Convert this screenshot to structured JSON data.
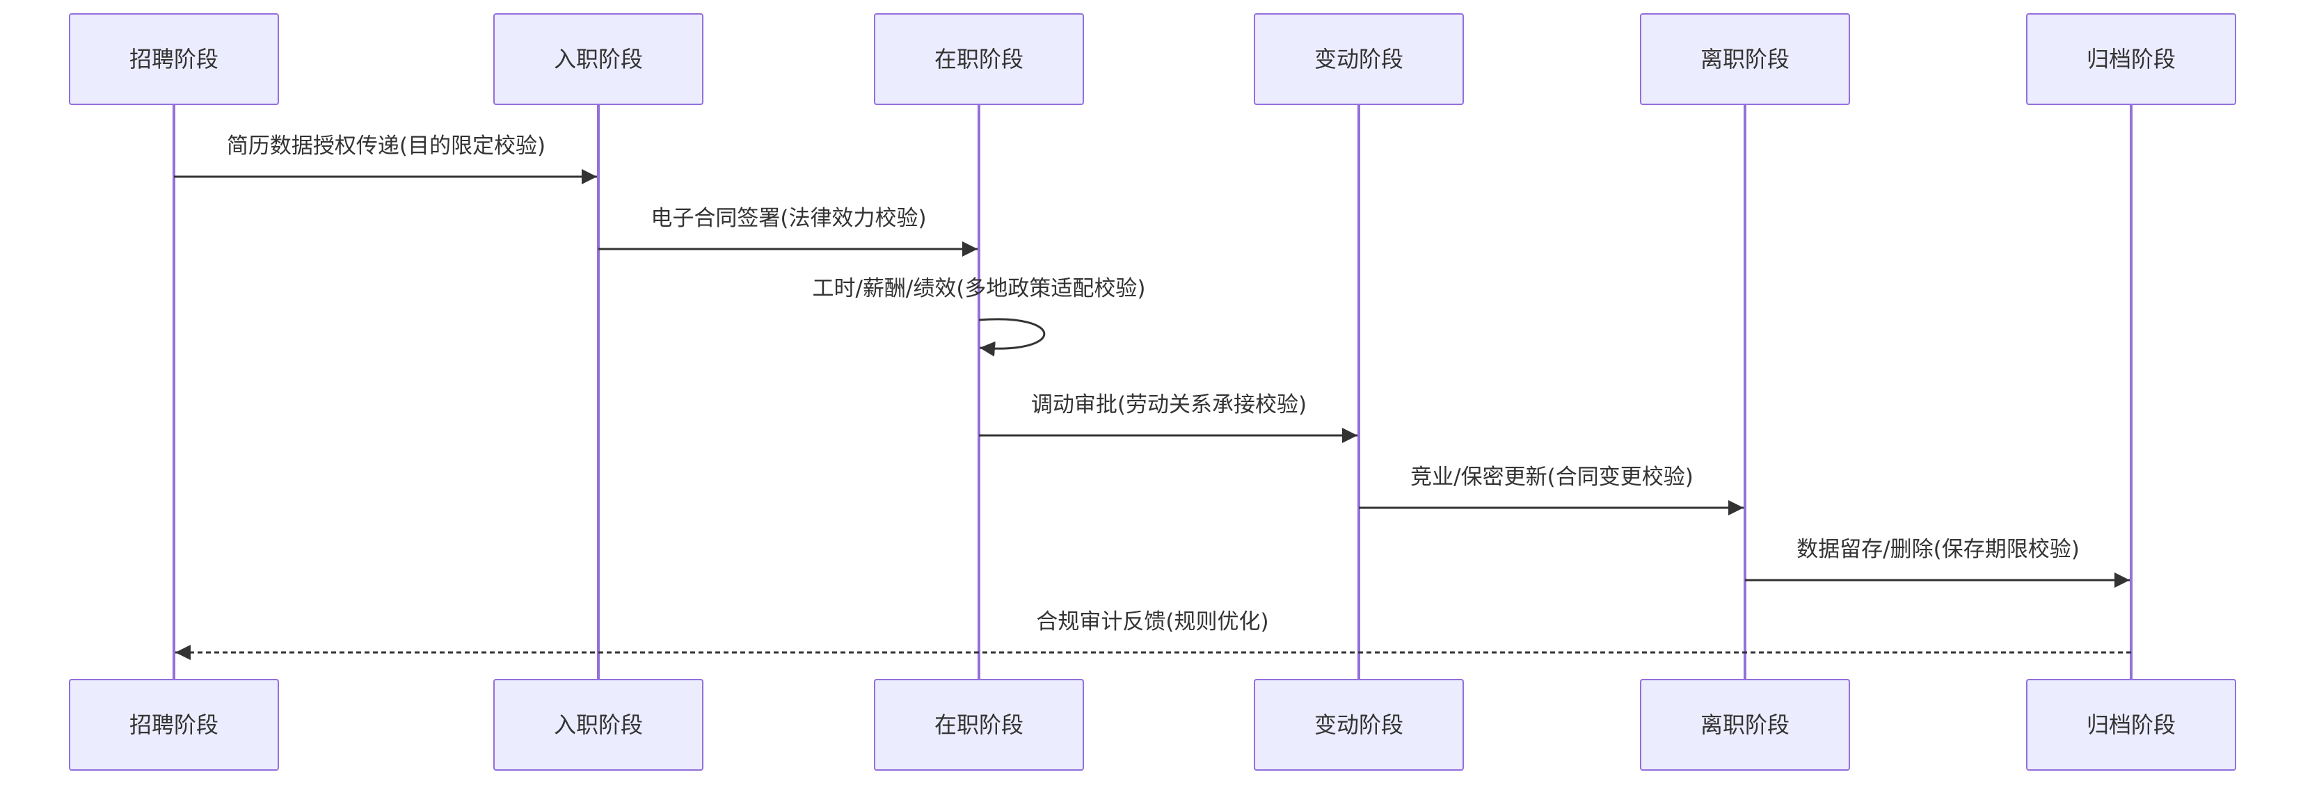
{
  "diagram": {
    "type": "sequence",
    "participants": [
      {
        "id": "recruit",
        "label": "招聘阶段"
      },
      {
        "id": "onboard",
        "label": "入职阶段"
      },
      {
        "id": "employed",
        "label": "在职阶段"
      },
      {
        "id": "change",
        "label": "变动阶段"
      },
      {
        "id": "leave",
        "label": "离职阶段"
      },
      {
        "id": "archive",
        "label": "归档阶段"
      }
    ],
    "messages": [
      {
        "from": "recruit",
        "to": "onboard",
        "label": "简历数据授权传递(目的限定校验)",
        "style": "solid"
      },
      {
        "from": "onboard",
        "to": "employed",
        "label": "电子合同签署(法律效力校验)",
        "style": "solid"
      },
      {
        "from": "employed",
        "to": "employed",
        "label": "工时/薪酬/绩效(多地政策适配校验)",
        "style": "solid"
      },
      {
        "from": "employed",
        "to": "change",
        "label": "调动审批(劳动关系承接校验)",
        "style": "solid"
      },
      {
        "from": "change",
        "to": "leave",
        "label": "竞业/保密更新(合同变更校验)",
        "style": "solid"
      },
      {
        "from": "leave",
        "to": "archive",
        "label": "数据留存/删除(保存期限校验)",
        "style": "solid"
      },
      {
        "from": "archive",
        "to": "recruit",
        "label": "合规审计反馈(规则优化)",
        "style": "dotted"
      }
    ],
    "colors": {
      "actor_fill": "#ececff",
      "actor_stroke": "#9370db",
      "lifeline": "#9370db",
      "message": "#333333",
      "text": "#333333"
    }
  }
}
